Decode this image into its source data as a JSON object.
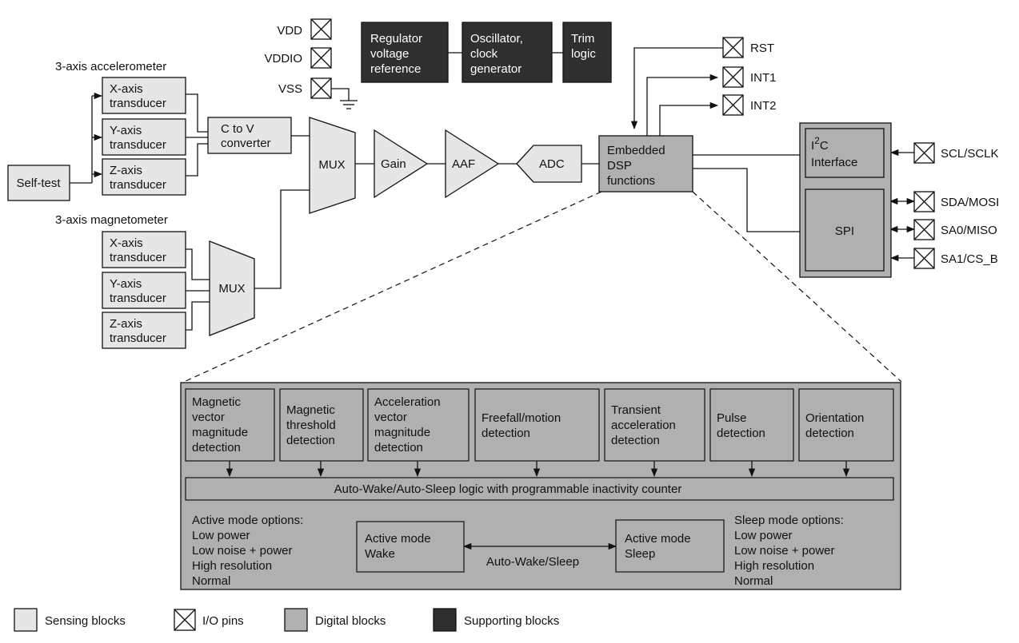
{
  "power_pins": {
    "vdd": "VDD",
    "vddio": "VDDIO",
    "vss": "VSS"
  },
  "supporting": {
    "regulator": [
      "Regulator",
      "voltage",
      "reference"
    ],
    "oscillator": [
      "Oscillator,",
      "clock",
      "generator"
    ],
    "trim": [
      "Trim",
      "logic"
    ]
  },
  "accelerometer": {
    "title": "3-axis accelerometer",
    "x": [
      "X-axis",
      "transducer"
    ],
    "y": [
      "Y-axis",
      "transducer"
    ],
    "z": [
      "Z-axis",
      "transducer"
    ]
  },
  "magnetometer": {
    "title": "3-axis magnetometer",
    "x": [
      "X-axis",
      "transducer"
    ],
    "y": [
      "Y-axis",
      "transducer"
    ],
    "z": [
      "Z-axis",
      "transducer"
    ]
  },
  "self_test": "Self-test",
  "c_to_v": [
    "C to V",
    "converter"
  ],
  "mux_main": "MUX",
  "mux_mag": "MUX",
  "gain": "Gain",
  "aaf": "AAF",
  "adc": "ADC",
  "dsp": [
    "Embedded",
    "DSP",
    "functions"
  ],
  "output_pins": {
    "rst": "RST",
    "int1": "INT1",
    "int2": "INT2"
  },
  "interface": {
    "i2c_prefix": "I",
    "i2c_sup": "2",
    "i2c_suffix": "C",
    "i2c_line2": "Interface",
    "spi": "SPI"
  },
  "bus_pins": {
    "scl": "SCL/SCLK",
    "sda": "SDA/MOSI",
    "sa0": "SA0/MISO",
    "sa1": "SA1/CS_B"
  },
  "dsp_detail": {
    "functions": [
      [
        "Magnetic",
        "vector",
        "magnitude",
        "detection"
      ],
      [
        "Magnetic",
        "threshold",
        "detection"
      ],
      [
        "Acceleration",
        "vector",
        "magnitude",
        "detection"
      ],
      [
        "Freefall/motion",
        "detection"
      ],
      [
        "Transient",
        "acceleration",
        "detection"
      ],
      [
        "Pulse",
        "detection"
      ],
      [
        "Orientation",
        "detection"
      ]
    ],
    "autowake_bar": "Auto-Wake/Auto-Sleep logic with programmable inactivity counter",
    "active_options": [
      "Active mode options:",
      "Low power",
      "Low noise + power",
      "High resolution",
      "Normal"
    ],
    "sleep_options": [
      "Sleep mode options:",
      "Low power",
      "Low noise + power",
      "High resolution",
      "Normal"
    ],
    "wake_box": [
      "Active mode",
      "Wake"
    ],
    "sleep_box": [
      "Active mode",
      "Sleep"
    ],
    "transition": "Auto-Wake/Sleep"
  },
  "legend": {
    "sensing": "Sensing blocks",
    "io": "I/O pins",
    "digital": "Digital blocks",
    "supporting": "Supporting blocks"
  },
  "colors": {
    "sensing": "#e6e6e6",
    "digital": "#b0b0b0",
    "supporting": "#2f2f2f",
    "pin": "#ffffff"
  }
}
